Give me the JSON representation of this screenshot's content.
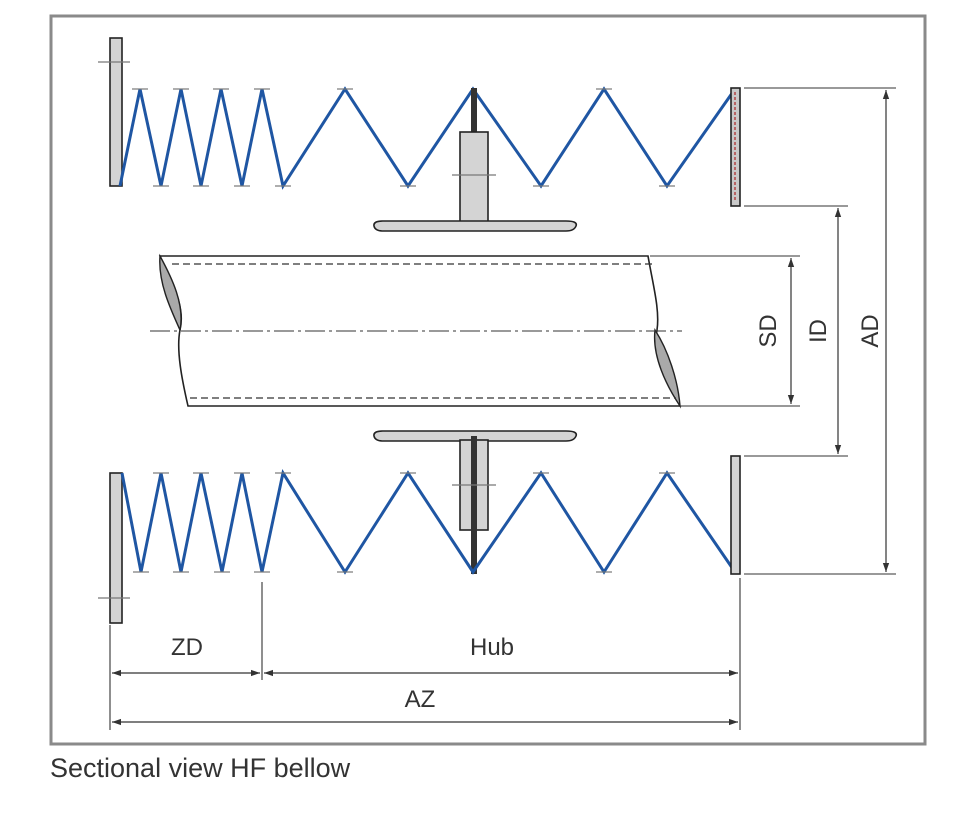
{
  "caption": "Sectional view HF bellow",
  "labels": {
    "sd": "SD",
    "id": "ID",
    "ad": "AD",
    "zd": "ZD",
    "hub": "Hub",
    "az": "AZ"
  },
  "colors": {
    "spring": "#1f56a3",
    "frame": "#8a8a8a",
    "plate_fill": "#d4d4d4",
    "cut_fill": "#a9a9a9"
  }
}
